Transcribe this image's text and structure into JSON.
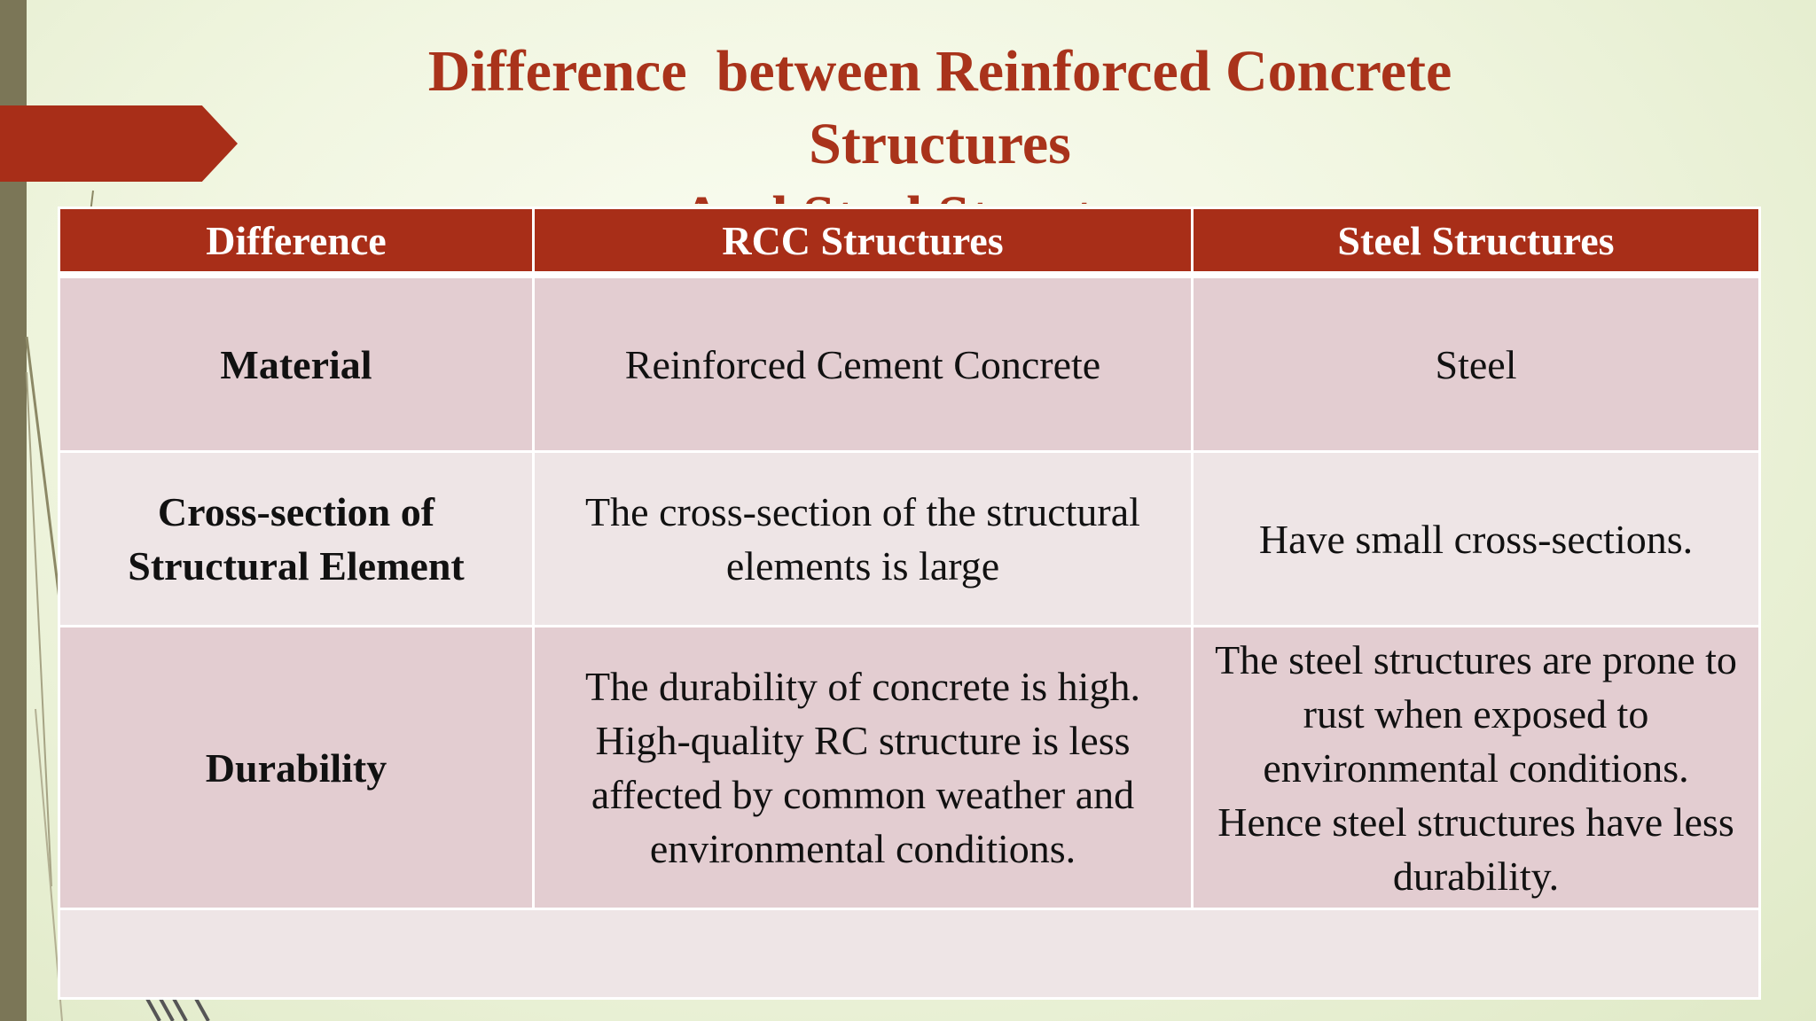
{
  "title": "Difference  between Reinforced Concrete\nStructures\nAnd Steel Structures",
  "colors": {
    "accent": "#a82e18",
    "title": "#a9331b",
    "row_dark": "#e3cdd1",
    "row_light": "#eee5e6",
    "left_bar": "#7b7657"
  },
  "table": {
    "headers": [
      "Difference",
      "RCC Structures",
      "Steel Structures"
    ],
    "rows": [
      {
        "label": "Material",
        "rcc": "Reinforced Cement Concrete",
        "steel": "Steel"
      },
      {
        "label": "Cross-section of Structural Element",
        "rcc": "The cross-section of the structural elements is large",
        "steel": "Have small cross-sections."
      },
      {
        "label": "Durability",
        "rcc": "The durability of concrete is high. High-quality RC structure is less affected by common weather and environmental conditions.",
        "steel": "The steel structures are prone to rust when exposed to environmental conditions. Hence steel structures have less durability."
      }
    ]
  }
}
